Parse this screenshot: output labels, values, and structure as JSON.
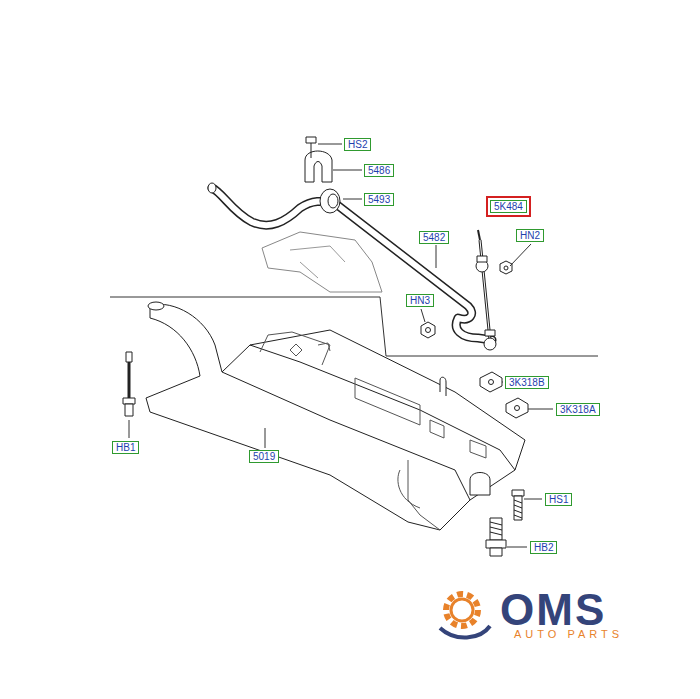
{
  "diagram": {
    "labels": [
      "HS2",
      "5486",
      "5493",
      "5K484",
      "5482",
      "HN2",
      "HN3",
      "3K318B",
      "3K318A",
      "HB1",
      "5019",
      "HS1",
      "HB2",
      "OMS",
      "AUTO PARTS"
    ]
  }
}
